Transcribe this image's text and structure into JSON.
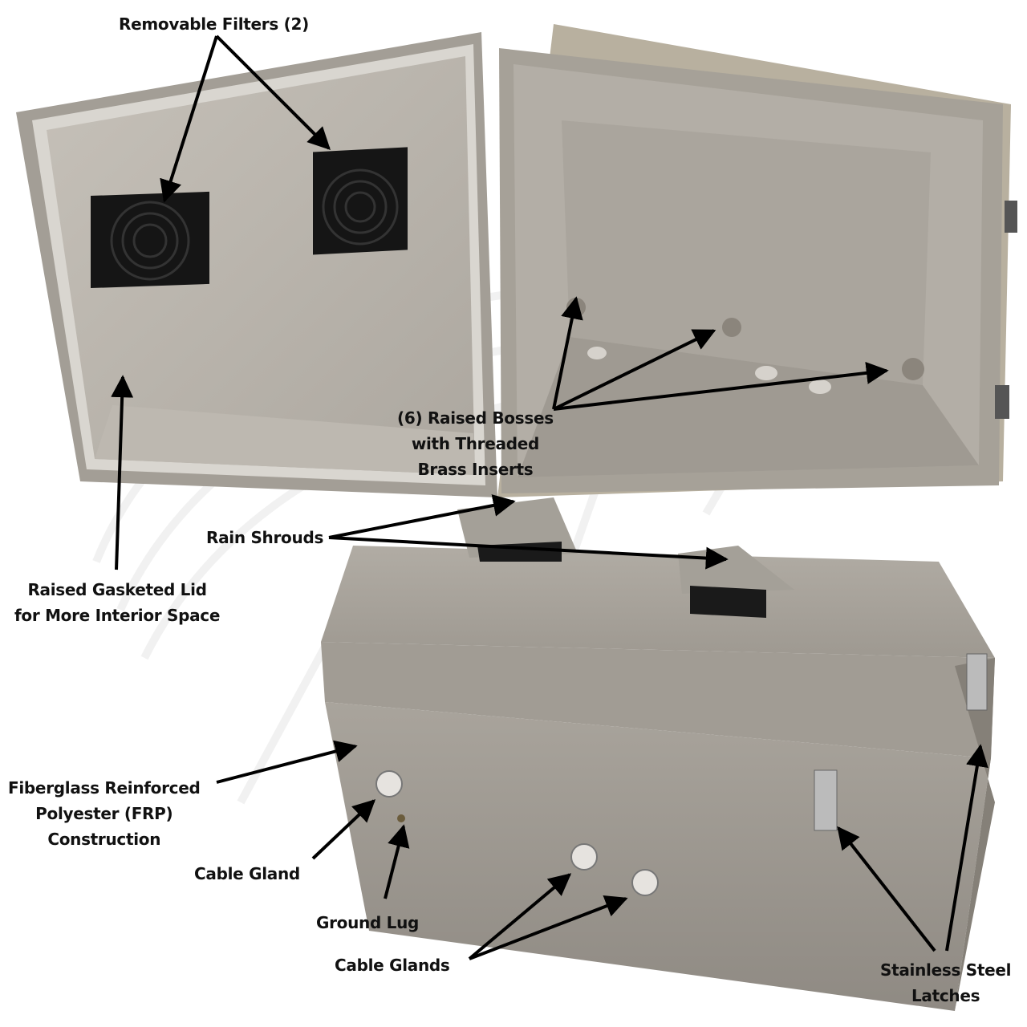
{
  "image": {
    "subject": "fiberglass enclosure with fan filters, open and closed views",
    "colors": {
      "background": "#ffffff",
      "enclosure_body": "#9c978f",
      "enclosure_interior": "#b8b3ab",
      "enclosure_lid_top": "#a8a39b",
      "filter_grille": "#151515",
      "arrow": "#000000",
      "label_text": "#111111",
      "watermark": "#ececec"
    }
  },
  "labels": {
    "removable_filters": "Removable Filters (2)",
    "raised_bosses": [
      "(6) Raised Bosses",
      "with Threaded",
      "Brass Inserts"
    ],
    "raised_lid": [
      "Raised Gasketed Lid",
      "for More Interior Space"
    ],
    "rain_shrouds": "Rain Shrouds",
    "frp": [
      "Fiberglass Reinforced",
      "Polyester (FRP)",
      "Construction"
    ],
    "cable_gland": "Cable Gland",
    "ground_lug": "Ground Lug",
    "cable_glands": "Cable Glands",
    "latches": [
      "Stainless Steel",
      "Latches"
    ]
  }
}
